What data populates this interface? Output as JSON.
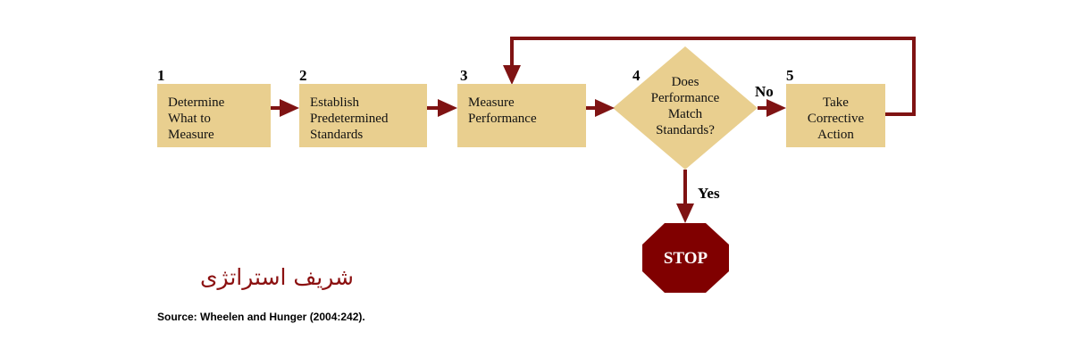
{
  "colors": {
    "box_fill": "#e9cf8f",
    "arrow": "#7f1313",
    "stop_fill": "#800000",
    "arabic_text": "#8b1010"
  },
  "steps": [
    {
      "number": "1",
      "lines": [
        "Determine",
        "What to",
        "Measure"
      ]
    },
    {
      "number": "2",
      "lines": [
        "Establish",
        "Predetermined",
        "Standards"
      ]
    },
    {
      "number": "3",
      "lines": [
        "Measure",
        "Performance"
      ]
    },
    {
      "number": "4",
      "lines": [
        "Does",
        "Performance",
        "Match",
        "Standards?"
      ]
    },
    {
      "number": "5",
      "lines": [
        "Take",
        "Corrective",
        "Action"
      ]
    }
  ],
  "branches": {
    "no": "No",
    "yes": "Yes"
  },
  "stop_label": "STOP",
  "watermark": "شریف استراتژی",
  "source": "Source: Wheelen and Hunger (2004:242)."
}
